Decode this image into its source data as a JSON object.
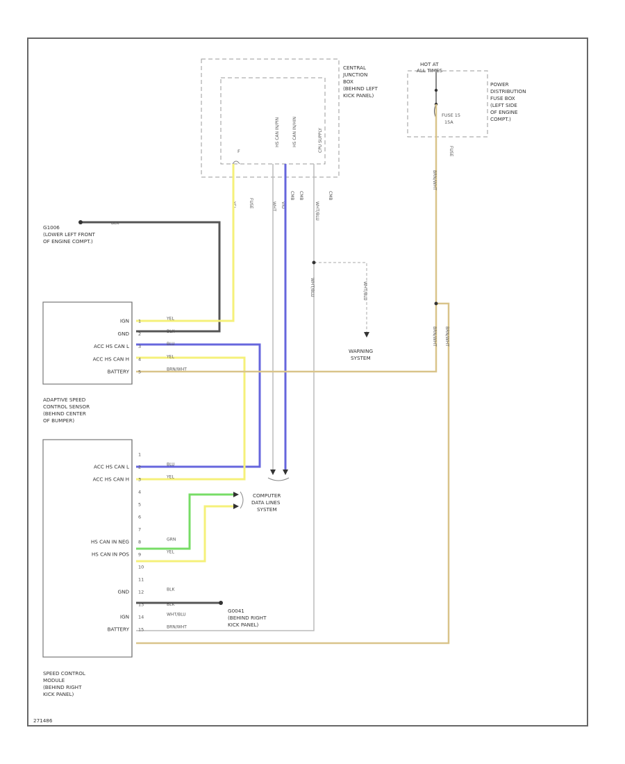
{
  "colors": {
    "yellow": "#f5f07a",
    "blue": "#6666dd",
    "green": "#77dd66",
    "tan": "#d9c48a",
    "black": "#555555",
    "white": "#bbbbbb"
  },
  "footer_code": "271486",
  "central_junction_box": {
    "label": [
      "CENTRAL",
      "JUNCTION",
      "BOX",
      "(BEHIND LEFT",
      "KICK PANEL)"
    ],
    "pin_names": [
      "HS CAN IN/PIN",
      "HS CAN IN/HIN",
      "CPU SUPPLY"
    ],
    "fuse_label": "F",
    "connector_labels": [
      "FUSE",
      "CMB",
      "CMB",
      "CMB"
    ],
    "wire_colors_top": [
      "YEL",
      "WHT",
      "VIO",
      "WHT/BLU"
    ]
  },
  "power_distribution_box": {
    "hot_at_label": [
      "HOT AT",
      "ALL TIMES"
    ],
    "label": [
      "POWER",
      "DISTRIBUTION",
      "FUSE BOX",
      "(LEFT SIDE",
      "OF ENGINE",
      "COMPT.)"
    ],
    "fuse_label": [
      "FUSE 15",
      "15A"
    ],
    "connector_label": "FUSE"
  },
  "ground_g1": {
    "label": [
      "G1006",
      "(LOWER LEFT FRONT",
      "OF ENGINE COMPT.)"
    ],
    "wire_label": "BLK"
  },
  "ground_g2": {
    "label": [
      "G0041",
      "(BEHIND RIGHT",
      "KICK PANEL)"
    ],
    "wire_label": "BLK"
  },
  "warning_system": {
    "wire_label": "WHT/BLU",
    "label": [
      "WARNING",
      "SYSTEM"
    ]
  },
  "computer_data_lines": {
    "label": [
      "COMPUTER",
      "DATA LINES",
      "SYSTEM"
    ]
  },
  "acc_sensor": {
    "label": [
      "ADAPTIVE SPEED",
      "CONTROL SENSOR",
      "(BEHIND CENTER",
      "OF BUMPER)"
    ],
    "pins": [
      {
        "name": "IGN",
        "num": "1",
        "wire": "YEL"
      },
      {
        "name": "GND",
        "num": "2",
        "wire": "BLK"
      },
      {
        "name": "ACC HS CAN L",
        "num": "3",
        "wire": "BLU"
      },
      {
        "name": "ACC HS CAN H",
        "num": "4",
        "wire": "YEL"
      },
      {
        "name": "BATTERY",
        "num": "5",
        "wire": "BRN/WHT"
      }
    ]
  },
  "speed_module": {
    "label": [
      "SPEED CONTROL",
      "MODULE",
      "(BEHIND RIGHT",
      "KICK PANEL)"
    ],
    "pins": [
      {
        "name": "",
        "num": "1",
        "wire": ""
      },
      {
        "name": "ACC HS CAN L",
        "num": "2",
        "wire": "BLU"
      },
      {
        "name": "ACC HS CAN H",
        "num": "3",
        "wire": "YEL"
      },
      {
        "name": "",
        "num": "4",
        "wire": ""
      },
      {
        "name": "",
        "num": "5",
        "wire": ""
      },
      {
        "name": "",
        "num": "6",
        "wire": ""
      },
      {
        "name": "",
        "num": "7",
        "wire": ""
      },
      {
        "name": "HS CAN IN NEG",
        "num": "8",
        "wire": "GRN"
      },
      {
        "name": "HS CAN IN POS",
        "num": "9",
        "wire": "YEL"
      },
      {
        "name": "",
        "num": "10",
        "wire": ""
      },
      {
        "name": "",
        "num": "11",
        "wire": ""
      },
      {
        "name": "GND",
        "num": "12",
        "wire": "BLK"
      },
      {
        "name": "",
        "num": "13",
        "wire": ""
      },
      {
        "name": "IGN",
        "num": "14",
        "wire": "WHT/BLU"
      },
      {
        "name": "BATTERY",
        "num": "15",
        "wire": "BRN/WHT"
      }
    ]
  },
  "vertical_labels": {
    "pdb_out": "BRN/WHT",
    "right_a": "BRN/WHT",
    "right_b": "BRN/WHT",
    "ign_trunk": "WHT/BLU"
  }
}
